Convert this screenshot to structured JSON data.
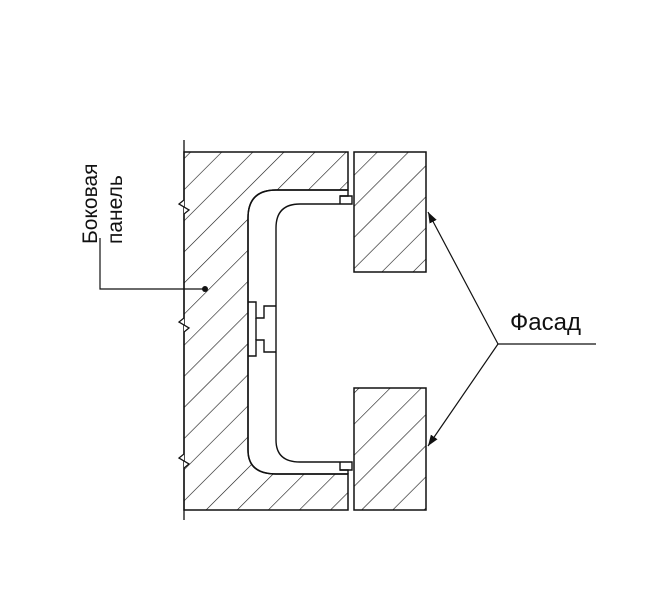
{
  "labels": {
    "side_panel_line1": "Боковая",
    "side_panel_line2": "панель",
    "facade": "Фасад"
  },
  "colors": {
    "line": "#111111",
    "background": "#ffffff"
  }
}
